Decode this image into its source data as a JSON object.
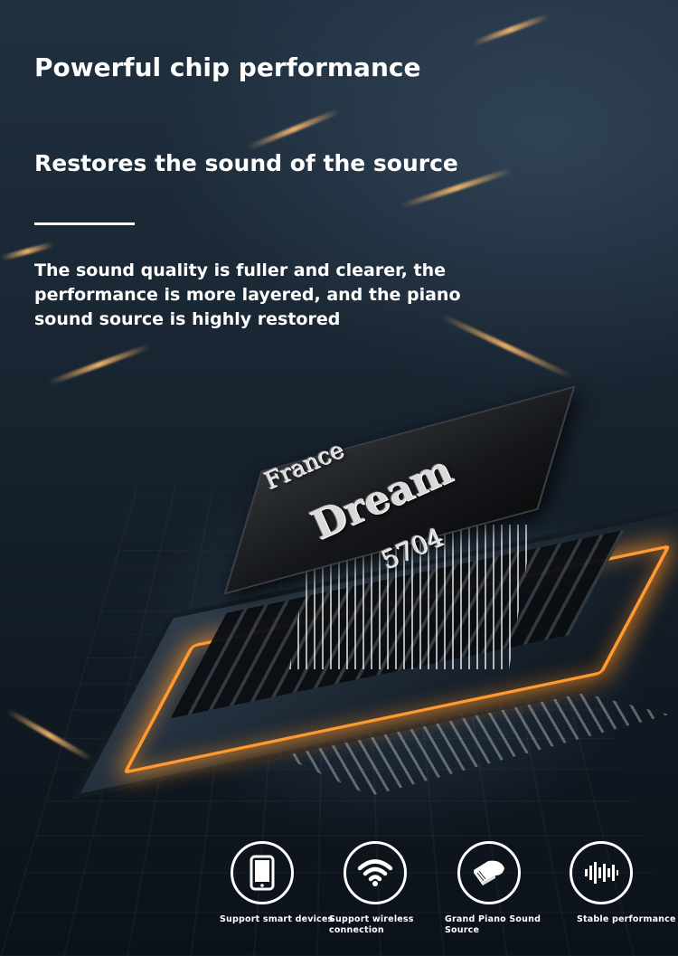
{
  "header": {
    "title": "Powerful chip performance",
    "subtitle": "Restores the sound of the source",
    "description": "The sound quality is fuller and clearer, the performance is more layered, and the piano sound source is highly restored"
  },
  "chip": {
    "line1": "France",
    "line2": "Dream",
    "line3": "5704"
  },
  "features": [
    {
      "icon": "smartphone-icon",
      "label": "Support smart devices"
    },
    {
      "icon": "wifi-icon",
      "label": "Support wireless connection"
    },
    {
      "icon": "grand-piano-icon",
      "label": "Grand Piano Sound Source"
    },
    {
      "icon": "sound-wave-icon",
      "label": "Stable performance"
    }
  ],
  "colors": {
    "text": "#ffffff",
    "accent_glow": "#ff9a30",
    "background": "#1a2633"
  }
}
